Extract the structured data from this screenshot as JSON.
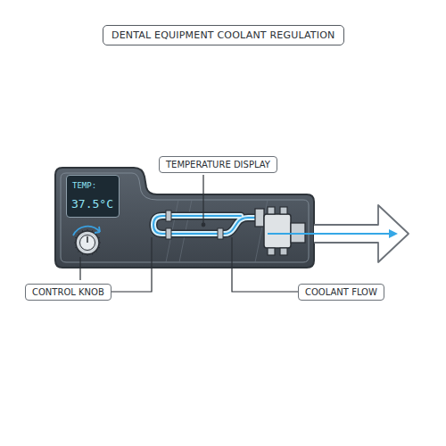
{
  "diagram": {
    "title": "DENTAL EQUIPMENT COOLANT REGULATION",
    "nodes": [
      {
        "text": [
          "TEMPERATURE DISPLAY"
        ]
      },
      {
        "text": [
          "TEMP:",
          "37.5°C"
        ]
      },
      {
        "text": [
          "CONTROL KNOB"
        ]
      },
      {
        "text": [
          "COOLANT FLOW"
        ]
      }
    ]
  }
}
